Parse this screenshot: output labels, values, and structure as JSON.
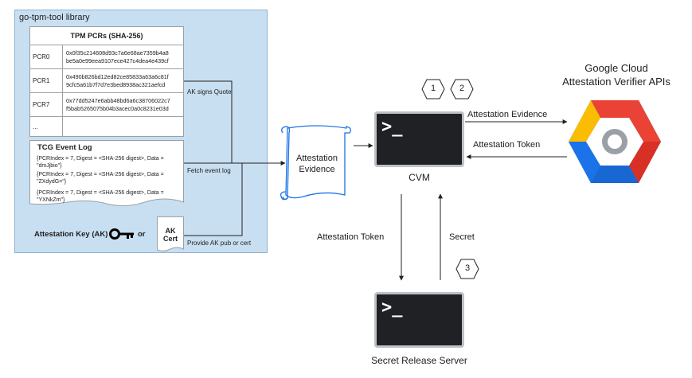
{
  "library": {
    "title": "go-tpm-tool library",
    "pcr_header": "TPM PCRs (SHA-256)",
    "pcrs": [
      {
        "name": "PCR0",
        "line1": "0x0f35c214608d93c7a6e68ae7359b4a8",
        "line2": "be5a0e99eea9107ece427c4dea4e439cf"
      },
      {
        "name": "PCR1",
        "line1": "0x490b826bd12ed82ce85833a63a6c81f",
        "line2": "9cfc5a61b7f7d7e3bed8938ac321aefcd"
      },
      {
        "name": "PCR7",
        "line1": "0x77dd5247e6abb48bd6a6c38706022c7",
        "line2": "f5bab5265075b04b3acec0a0c8231e03d"
      },
      {
        "name": "...",
        "line1": "",
        "line2": ""
      }
    ],
    "event_log_title": "TCG Event Log",
    "events": [
      {
        "line1": "{PCRIndex = 7, Digest = <SHA-256 digest>, Data =",
        "line2": "\"dmJjbio\"}"
      },
      {
        "line1": "{PCRIndex = 7, Digest = <SHA-256 digest>, Data =",
        "line2": "\"ZXdydG=\"}"
      },
      {
        "line1": "{PCRIndex = 7, Digest = <SHA-256 digest>, Data =",
        "line2": "\"YXNkZm\"}"
      }
    ],
    "ak_label": "Attestation Key (AK)",
    "or_label": "or",
    "ak_cert_line1": "AK",
    "ak_cert_line2": "Cert"
  },
  "connectors": {
    "ak_signs_quote": "AK signs Quote",
    "fetch_event_log": "Fetch event log",
    "provide_ak": "Provide AK pub or cert"
  },
  "evidence_doc": {
    "line1": "Attestation",
    "line2": "Evidence"
  },
  "cvm": {
    "label": "CVM",
    "prompt": ">_"
  },
  "server": {
    "label": "Secret Release Server",
    "prompt": ">_"
  },
  "google_cloud": {
    "line1": "Google Cloud",
    "line2": "Attestation Verifier APIs"
  },
  "flows": {
    "attestation_evidence": "Attestation Evidence",
    "attestation_token_from_gc": "Attestation Token",
    "attestation_token_to_server": "Attestation Token",
    "secret": "Secret"
  },
  "steps": {
    "one": "1",
    "two": "2",
    "three": "3"
  },
  "colors": {
    "library_bg": "#c8dff1",
    "terminal_bg": "#202124",
    "gc_blue": "#4285f4",
    "gc_red": "#ea4335",
    "gc_yellow": "#fbbc04",
    "gc_darkblue": "#1a73e8"
  }
}
